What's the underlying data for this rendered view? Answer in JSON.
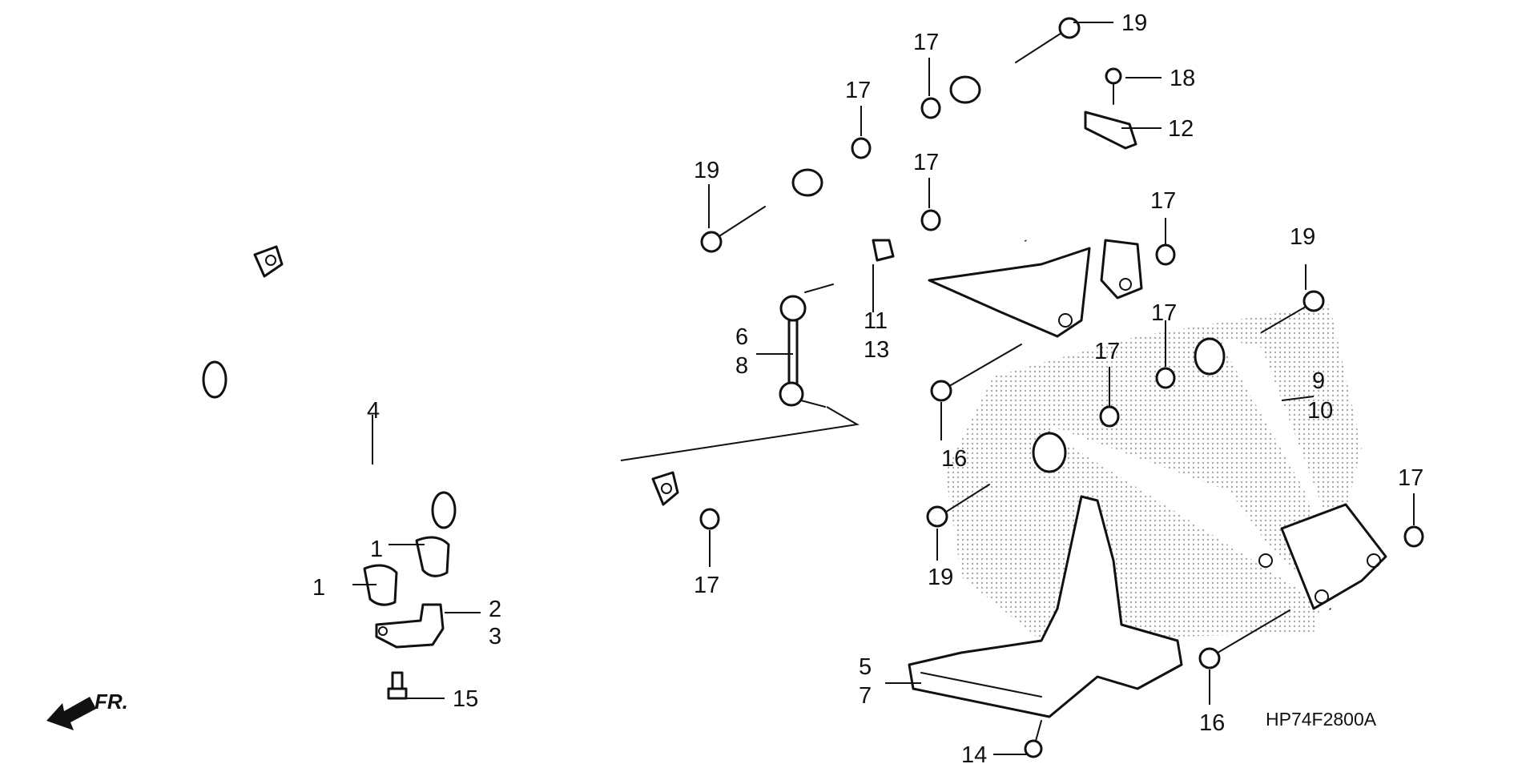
{
  "diagram": {
    "code": "HP74F2800A",
    "direction_label": "FR.",
    "callouts": {
      "c1a": "1",
      "c1b": "1",
      "c2": "2",
      "c3": "3",
      "c4": "4",
      "c5": "5",
      "c7": "7",
      "c6": "6",
      "c8": "8",
      "c9": "9",
      "c10": "10",
      "c11": "11",
      "c13": "13",
      "c12": "12",
      "c14": "14",
      "c15": "15",
      "c16a": "16",
      "c16b": "16",
      "c17a": "17",
      "c17b": "17",
      "c17c": "17",
      "c17d": "17",
      "c17e": "17",
      "c17f": "17",
      "c17g": "17",
      "c17h": "17",
      "c18": "18",
      "c19a": "19",
      "c19b": "19",
      "c19c": "19",
      "c19d": "19"
    }
  },
  "icons": {
    "arrow": "front-direction-arrow-icon",
    "watermark": "honda-watermark"
  }
}
